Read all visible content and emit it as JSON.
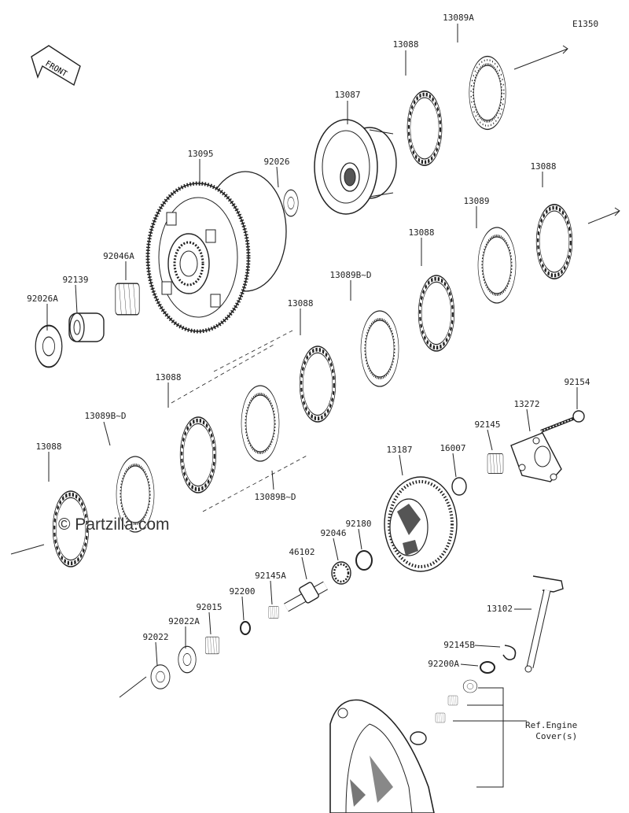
{
  "diagram": {
    "corner_code": "E1350",
    "front_badge": "FRONT",
    "watermark": "© Partzilla.com",
    "reference_note": [
      "Ref.Engine",
      "Cover(s)"
    ],
    "part_labels": [
      "13089A",
      "13088",
      "13087",
      "92026",
      "13095",
      "13088",
      "13089",
      "13088",
      "92046A",
      "92139",
      "92026A",
      "13089B~D",
      "13088",
      "13088",
      "13089B~D",
      "92154",
      "13272",
      "92145",
      "16007",
      "13187",
      "13088",
      "13089B~D",
      "92180",
      "92046",
      "46102",
      "92145A",
      "92200",
      "92015",
      "92022A",
      "92022",
      "13102",
      "92145B",
      "92200A"
    ]
  }
}
